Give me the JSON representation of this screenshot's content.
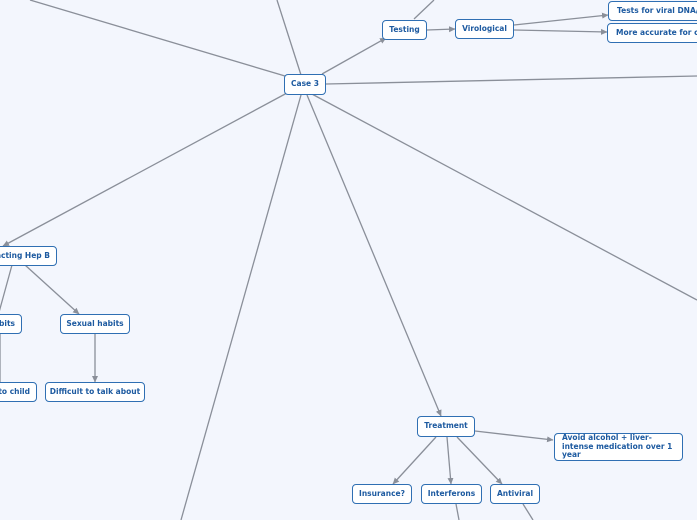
{
  "root": {
    "label": "Case 3"
  },
  "nodes": {
    "testing": "Testing",
    "virological": "Virological",
    "tests_viral": "Tests for viral DNA/",
    "more_accurate": "More accurate for ch",
    "contracting": "acting Hep B",
    "habits_left": "bits",
    "sexual_habits": "Sexual habits",
    "to_child": "to child",
    "difficult": "Difficult to talk about",
    "treatment": "Treatment",
    "avoid_alcohol": "Avoid alcohol + liver-intense medication over 1 year",
    "insurance": "Insurance?",
    "interferons": "Interferons",
    "antiviral": "Antiviral"
  },
  "colors": {
    "background": "#f3f6fd",
    "node_border": "#2f6fb3",
    "node_text": "#1d5aa0",
    "edge": "#8a8f99"
  }
}
